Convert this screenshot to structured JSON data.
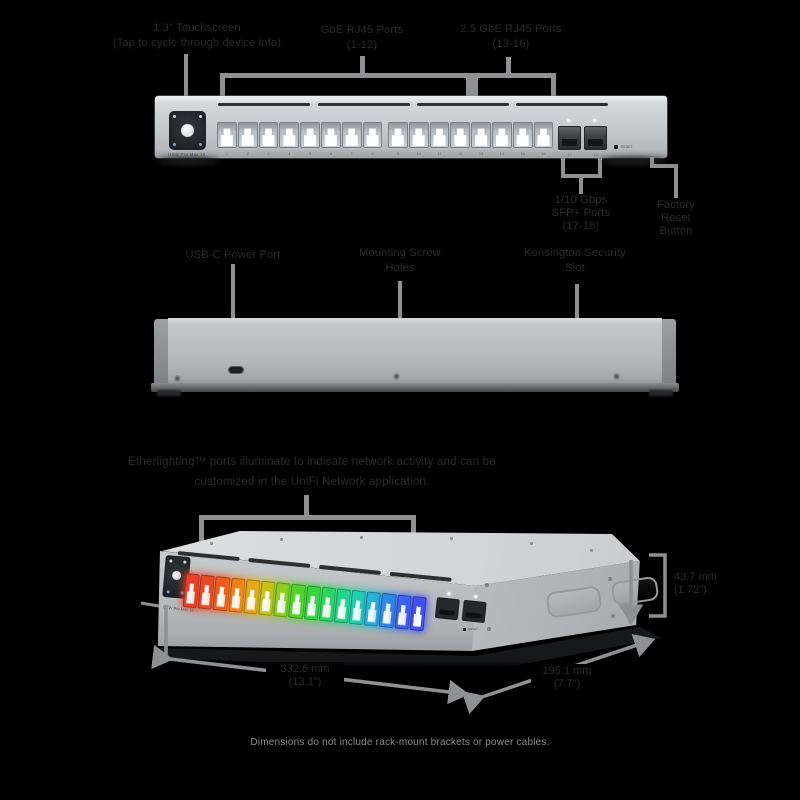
{
  "front_view": {
    "labels": {
      "display": {
        "line1": "1.3\" Touchscreen",
        "line2": "(Tap to cycle through device info)"
      },
      "rj45": {
        "line1": "GbE RJ45 Ports",
        "line2": "(1-12)"
      },
      "rj45_25g": {
        "line1": "2.5 GbE RJ45 Ports",
        "line2": "(13-16)"
      },
      "sfp": {
        "line1": "1/10 Gbps",
        "line2": "SFP+ Ports",
        "line3": "(17-18)"
      },
      "reset": {
        "line1": "Factory",
        "line2": "Reset",
        "line3": "Button"
      }
    },
    "device": {
      "model": "USW Pro Max 16",
      "reset_text": "RESET",
      "port_numbers": [
        "1",
        "2",
        "3",
        "4",
        "5",
        "6",
        "7",
        "8",
        "9",
        "10",
        "11",
        "12",
        "13",
        "14",
        "15",
        "16"
      ],
      "sfp_numbers": [
        "17",
        "18"
      ]
    }
  },
  "back_view": {
    "labels": {
      "power": "USB-C Power Port",
      "mount": {
        "line1": "Mounting Screw",
        "line2": "Holes"
      },
      "security": {
        "line1": "Kensington Security",
        "line2": "Slot"
      }
    }
  },
  "etherlighting": {
    "title_line1": "Etherlighting™ ports illuminate to indicate network activity and can be",
    "title_line2": "customized in the UniFi Network application."
  },
  "dimensions": {
    "width": "332.6 mm",
    "width_in": "(13.1\")",
    "depth": "195.1 mm",
    "depth_in": "(7.7\")",
    "height": "43.7 mm",
    "height_in": "(1.72\")"
  },
  "footnote": "Dimensions do not include rack-mount brackets or power cables.",
  "colors": {
    "label_text": "#2b2b2b",
    "leader_line": "#8e9092",
    "caption_text": "#8d8d8d",
    "port_colors": [
      "#e8402a",
      "#e84826",
      "#ec5b22",
      "#f07f1c",
      "#e8a61a",
      "#c9c01c",
      "#8ecf24",
      "#55d32c",
      "#3ad43e",
      "#2ed65d",
      "#26d488",
      "#21cfae",
      "#27b2d6",
      "#2f8ae2",
      "#3a65ec",
      "#4450f2"
    ]
  }
}
